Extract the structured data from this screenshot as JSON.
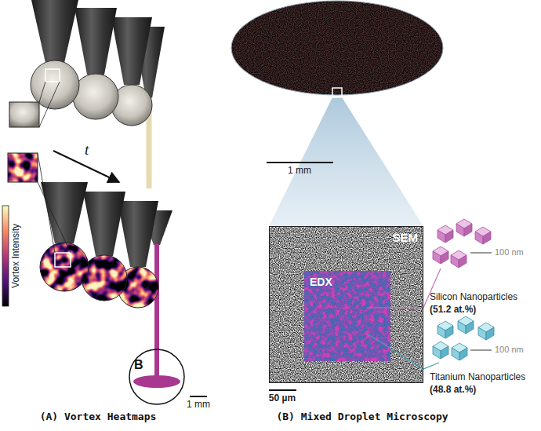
{
  "diagram": {
    "nodes": [
      {
        "text": [
          "B"
        ]
      },
      {
        "text": [
          "SEM"
        ]
      },
      {
        "text": [
          "EDX"
        ],
        "in": 1
      }
    ],
    "labels": [
      "Vortex Intensity",
      "t",
      "1 mm",
      "1 mm",
      "100 nm",
      "Silicon Nanoparticles",
      "(51.2 at.%)",
      "100 nm",
      "Titanium Nanoparticles",
      "(48.8 at.%)",
      "50 µm",
      "(A) Vortex Heatmaps",
      "(B) Mixed Droplet Microscopy"
    ]
  }
}
